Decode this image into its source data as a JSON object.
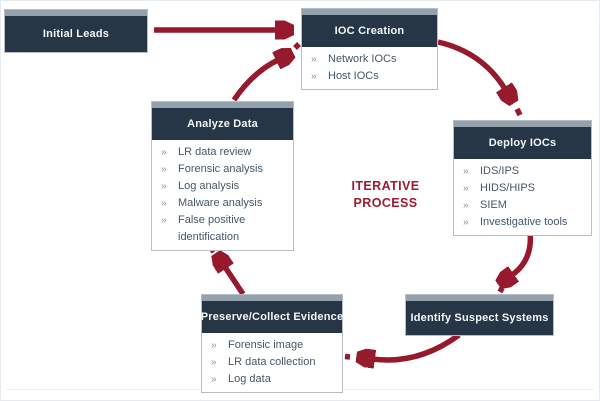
{
  "bullet_char": "»",
  "center_label": {
    "line1": "ITERATIVE",
    "line2": "PROCESS"
  },
  "boxes": [
    {
      "title": "Initial Leads",
      "items": []
    },
    {
      "title": "IOC Creation",
      "items": [
        "Network IOCs",
        "Host IOCs"
      ]
    },
    {
      "title": "Analyze Data",
      "items": [
        "LR data review",
        "Forensic analysis",
        "Log analysis",
        "Malware analysis",
        "False positive identification"
      ]
    },
    {
      "title": "Deploy IOCs",
      "items": [
        "IDS/IPS",
        "HIDS/HIPS",
        "SIEM",
        "Investigative tools"
      ]
    },
    {
      "title": "Identify Suspect Systems",
      "items": []
    },
    {
      "title": "Preserve/Collect Evidence",
      "items": [
        "Forensic image",
        "LR data collection",
        "Log data"
      ]
    }
  ],
  "colors": {
    "arrow_red": "#97192d",
    "header_navy": "#263646",
    "header_stripe_gray": "#93a1ad",
    "list_text": "#44576a",
    "accent_text_red": "#9c1b31"
  }
}
